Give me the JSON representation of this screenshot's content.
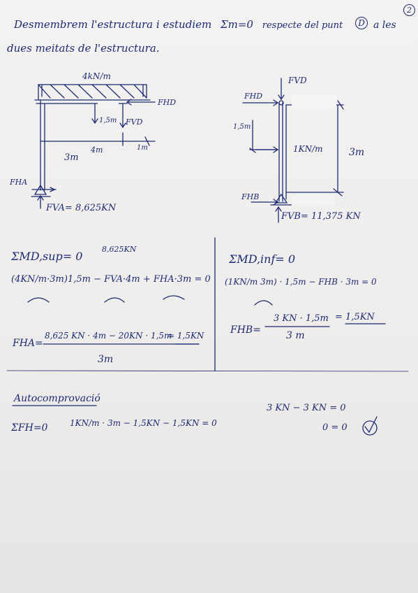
{
  "header": {
    "line1": "Desmembrem l'estructura i estudiem",
    "sum": "Σm=0",
    "line1b": "respecte del punt",
    "point": "D",
    "line1c": "a les",
    "page_num": "2",
    "line2": "dues meitats de l'estructura."
  },
  "left_diagram": {
    "load": "4kN/m",
    "fhd": "FHD",
    "fvd": "FVD",
    "h15": "1,5m",
    "dim3": "3m",
    "dim4": "4m",
    "dim1": "1m",
    "fha": "FHA",
    "fva": "FVA= 8,625KN"
  },
  "right_diagram": {
    "fvd": "FVD",
    "fhd": "FHD",
    "h15": "1,5m",
    "load": "1KN/m",
    "dim3": "3m",
    "fhb": "FHB",
    "fvb": "FVB= 11,375 KN"
  },
  "left_eq": {
    "sum": "ΣMD,sup= 0",
    "fva_val": "8,625KN",
    "eq": "(4KN/m·3m)1,5m − FVA·4m + FHA·3m = 0",
    "fha_label": "FHA=",
    "numerator": "8,625 KN · 4m − 20KN · 1,5m",
    "denominator": "3m",
    "result": "= 1,5KN"
  },
  "right_eq": {
    "sum": "ΣMD,inf= 0",
    "eq": "(1KN/m 3m) · 1,5m − FHB · 3m = 0",
    "fhb_label": "FHB=",
    "numerator": "3 KN · 1,5m",
    "denominator": "3 m",
    "result": "= 1,5KN"
  },
  "check": {
    "title": "Autocomprovació",
    "sum": "ΣFH=0",
    "eq": "1KN/m · 3m − 1,5KN − 1,5KN = 0",
    "r1": "3 KN − 3 KN = 0",
    "r2": "0 = 0"
  }
}
